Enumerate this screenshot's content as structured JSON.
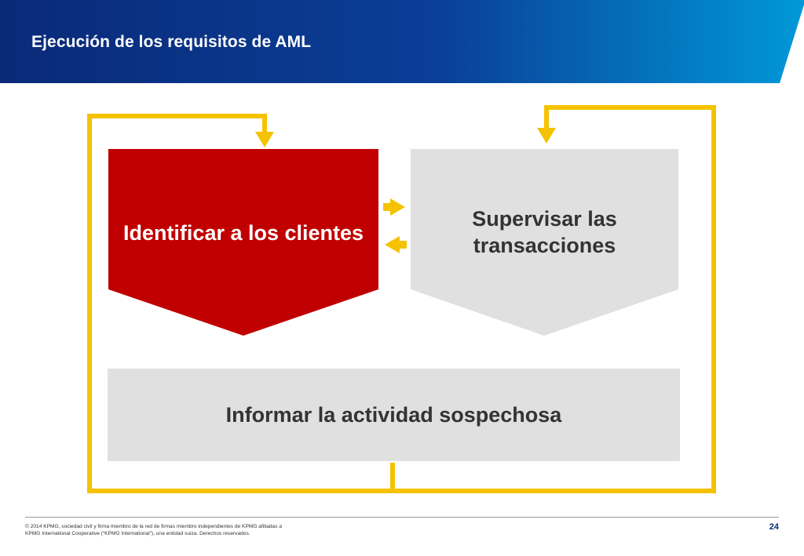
{
  "header": {
    "title": "Ejecución de los requisitos de AML",
    "gradient_start": "#0a2a78",
    "gradient_end": "#0098d8"
  },
  "diagram": {
    "identify_label": "Identificar a los clientes",
    "supervise_label_line1": "Supervisar las",
    "supervise_label_line2": "transacciones",
    "report_label": "Informar la actividad sospechosa",
    "colors": {
      "identify_fill": "#c00000",
      "gray_fill": "#e0e0e0",
      "connector": "#f5c200"
    }
  },
  "footer": {
    "copyright_line1": "© 2014 KPMG, sociedad civil y firma miembro de la red de firmas miembro independientes de KPMG afiliadas a",
    "copyright_line2": "KPMG International Cooperative (“KPMG International”), una entidad suiza. Derechos reservados.",
    "page_number": "24"
  }
}
